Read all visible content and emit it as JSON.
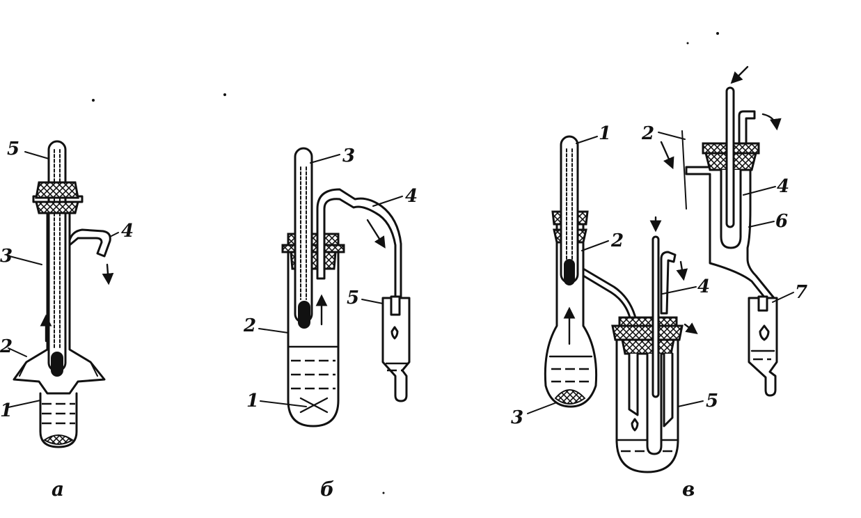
{
  "labels": {
    "a": {
      "caption": "а",
      "n1": "1",
      "n2": "2",
      "n3": "3",
      "n4": "4",
      "n5": "5"
    },
    "b": {
      "caption": "б",
      "n1": "1",
      "n2": "2",
      "n3": "3",
      "n4": "4",
      "n5": "5"
    },
    "v": {
      "caption": "в",
      "n1": "1",
      "n2": "2",
      "n3": "3",
      "n4": "4",
      "n5": "5",
      "n2b": "2",
      "n4b": "4",
      "n6": "6",
      "n7": "7"
    }
  }
}
